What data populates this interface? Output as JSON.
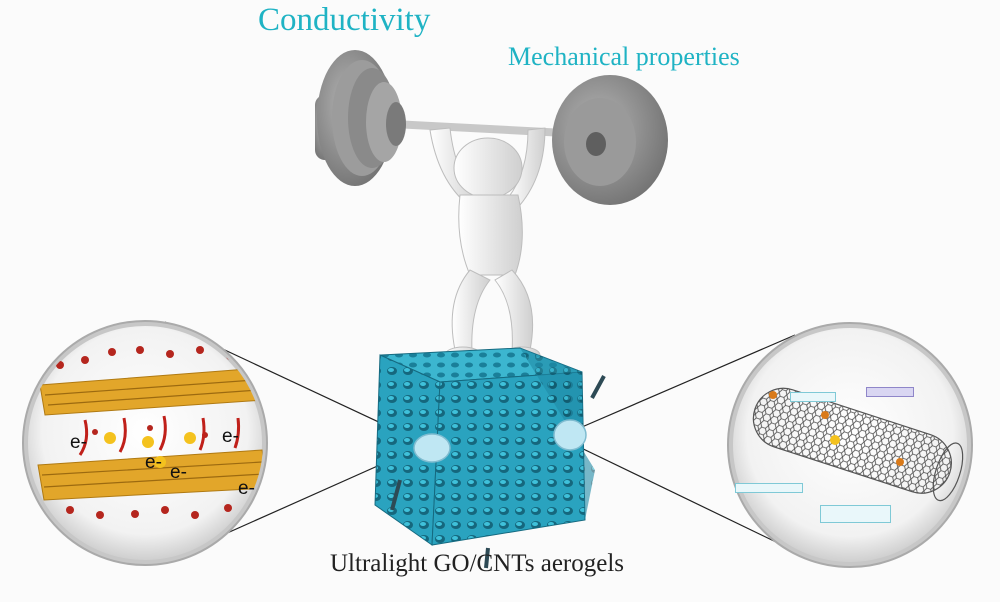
{
  "figure": {
    "label_conductivity": "Conductivity",
    "label_mechanical": "Mechanical properties",
    "caption": "Ultralight GO/CNTs aerogels",
    "electron_labels": [
      "e-",
      "e-",
      "e-",
      "e-",
      "e-"
    ],
    "colors": {
      "accent_text": "#1fb3c4",
      "cube": "#2aa3bf",
      "cube_dark": "#1a7f99",
      "barbell": "#8a8a8a",
      "figure_body": "#e8e8e8",
      "go_sheet": "#e2a62a",
      "oxygen": "#b5261e",
      "nanotube": "#555555"
    }
  }
}
